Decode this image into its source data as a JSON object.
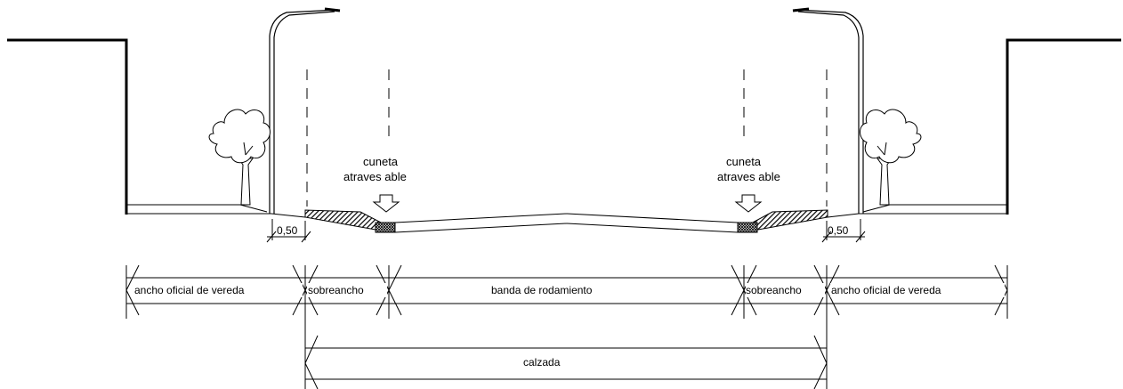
{
  "labels": {
    "cuneta_left_line1": "cuneta",
    "cuneta_left_line2": "atraves able",
    "cuneta_right_line1": "cuneta",
    "cuneta_right_line2": "atraves able",
    "dim_left_050": "0,50",
    "dim_right_050": "0,50",
    "vereda_left": "ancho oficial de vereda",
    "sobreancho_left": "sobreancho",
    "banda": "banda de rodamiento",
    "sobreancho_right": "sobreancho",
    "vereda_right": "ancho oficial de vereda",
    "calzada": "calzada"
  }
}
